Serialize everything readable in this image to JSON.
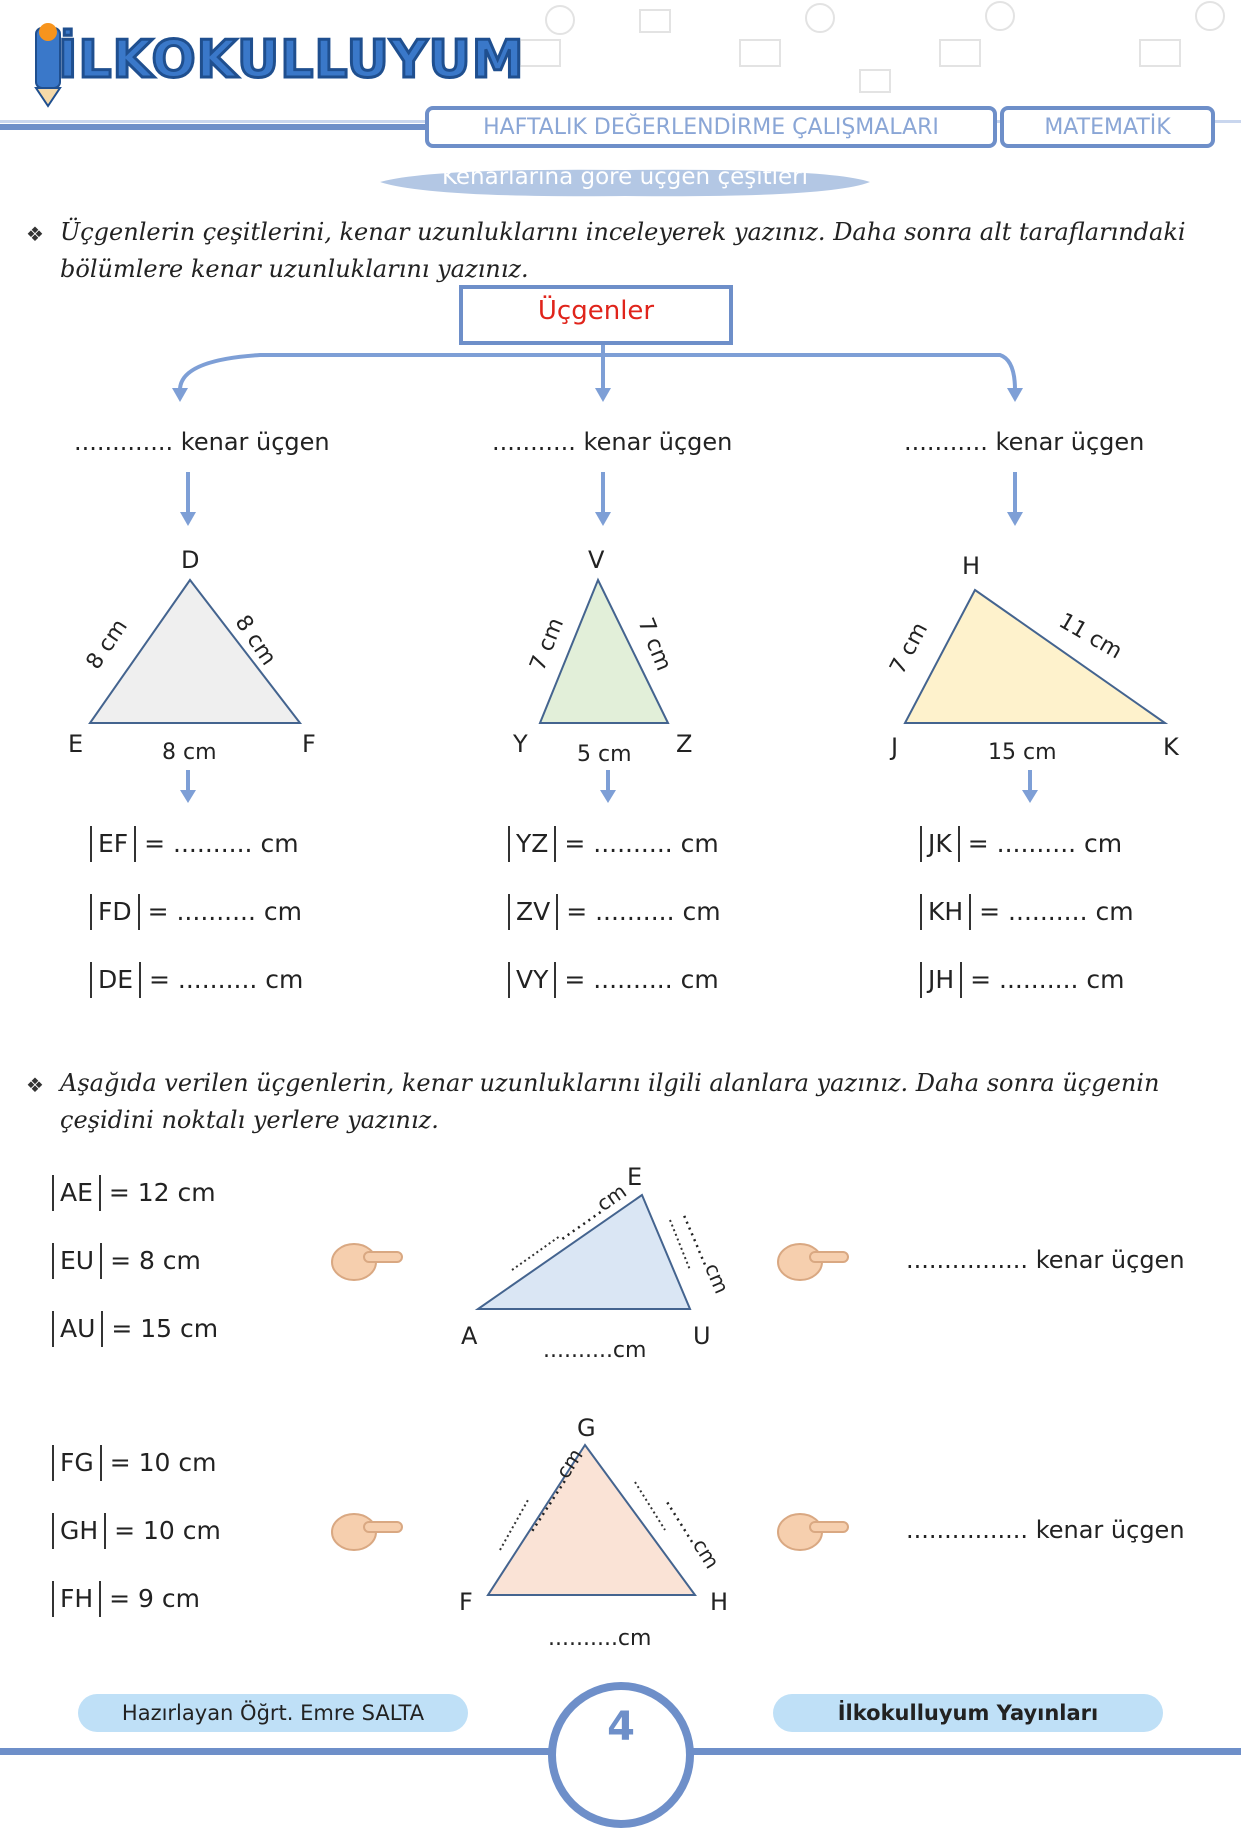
{
  "header": {
    "logo_text": "İLKOKULLUYUM",
    "banner_left": "HAFTALIK DEĞERLENDİRME ÇALIŞMALARI",
    "banner_right": "MATEMATİK",
    "subtitle": "Kenarlarına göre üçgen çeşitleri"
  },
  "section1": {
    "instruction": "Üçgenlerin çeşitlerini, kenar uzunluklarını inceleyerek yazınız. Daha sonra alt taraflarındaki bölümlere kenar uzunluklarını yazınız.",
    "root_label": "Üçgenler",
    "branches": [
      {
        "label": "............. kenar üçgen",
        "vertices": [
          "D",
          "E",
          "F"
        ],
        "sides": [
          "8 cm",
          "8 cm",
          "8 cm"
        ],
        "fill": "#efefef",
        "rows": [
          {
            "seg": "EF",
            "value": "= .......... cm"
          },
          {
            "seg": "FD",
            "value": "= .......... cm"
          },
          {
            "seg": "DE",
            "value": "= .......... cm"
          }
        ]
      },
      {
        "label": "........... kenar üçgen",
        "vertices": [
          "V",
          "Y",
          "Z"
        ],
        "sides": [
          "7 cm",
          "7 cm",
          "5 cm"
        ],
        "fill": "#e2efd9",
        "rows": [
          {
            "seg": "YZ",
            "value": "= .......... cm"
          },
          {
            "seg": "ZV",
            "value": "= .......... cm"
          },
          {
            "seg": "VY",
            "value": "= .......... cm"
          }
        ]
      },
      {
        "label": "........... kenar üçgen",
        "vertices": [
          "H",
          "J",
          "K"
        ],
        "sides": [
          "7 cm",
          "11 cm",
          "15 cm"
        ],
        "fill": "#fef2cc",
        "rows": [
          {
            "seg": "JK",
            "value": "= .......... cm"
          },
          {
            "seg": "KH",
            "value": "= .......... cm"
          },
          {
            "seg": "JH",
            "value": "= .......... cm"
          }
        ]
      }
    ]
  },
  "section2": {
    "instruction": "Aşağıda verilen üçgenlerin, kenar uzunluklarını ilgili alanlara yazınız. Daha sonra üçgenin çeşidini noktalı yerlere yazınız.",
    "problems": [
      {
        "givens": [
          {
            "seg": "AE",
            "value": "= 12 cm"
          },
          {
            "seg": "EU",
            "value": "= 8 cm"
          },
          {
            "seg": "AU",
            "value": "= 15 cm"
          }
        ],
        "vertices": [
          "E",
          "A",
          "U"
        ],
        "blank_left": "........cm",
        "blank_right": ".........cm",
        "blank_bottom": "..........cm",
        "answer": "................ kenar üçgen",
        "fill": "#dae6f4"
      },
      {
        "givens": [
          {
            "seg": "FG",
            "value": "= 10 cm"
          },
          {
            "seg": "GH",
            "value": "= 10 cm"
          },
          {
            "seg": "FH",
            "value": "=  9 cm"
          }
        ],
        "vertices": [
          "G",
          "F",
          "H"
        ],
        "blank_left": "..........cm",
        "blank_right": "........cm",
        "blank_bottom": "..........cm",
        "answer": "................ kenar üçgen",
        "fill": "#fae3d6"
      }
    ]
  },
  "footer": {
    "author": "Hazırlayan Öğrt. Emre SALTA",
    "page_number": "4",
    "publisher": "İlkokulluyum Yayınları"
  },
  "colors": {
    "accent": "#6e8fc9",
    "arrow": "#7e9fd6",
    "root_text": "#e0241b"
  },
  "icons": [
    "pencil-mascot-icon",
    "pointing-hand-icon",
    "arrow-down-icon",
    "bullet-diamond-icon"
  ]
}
